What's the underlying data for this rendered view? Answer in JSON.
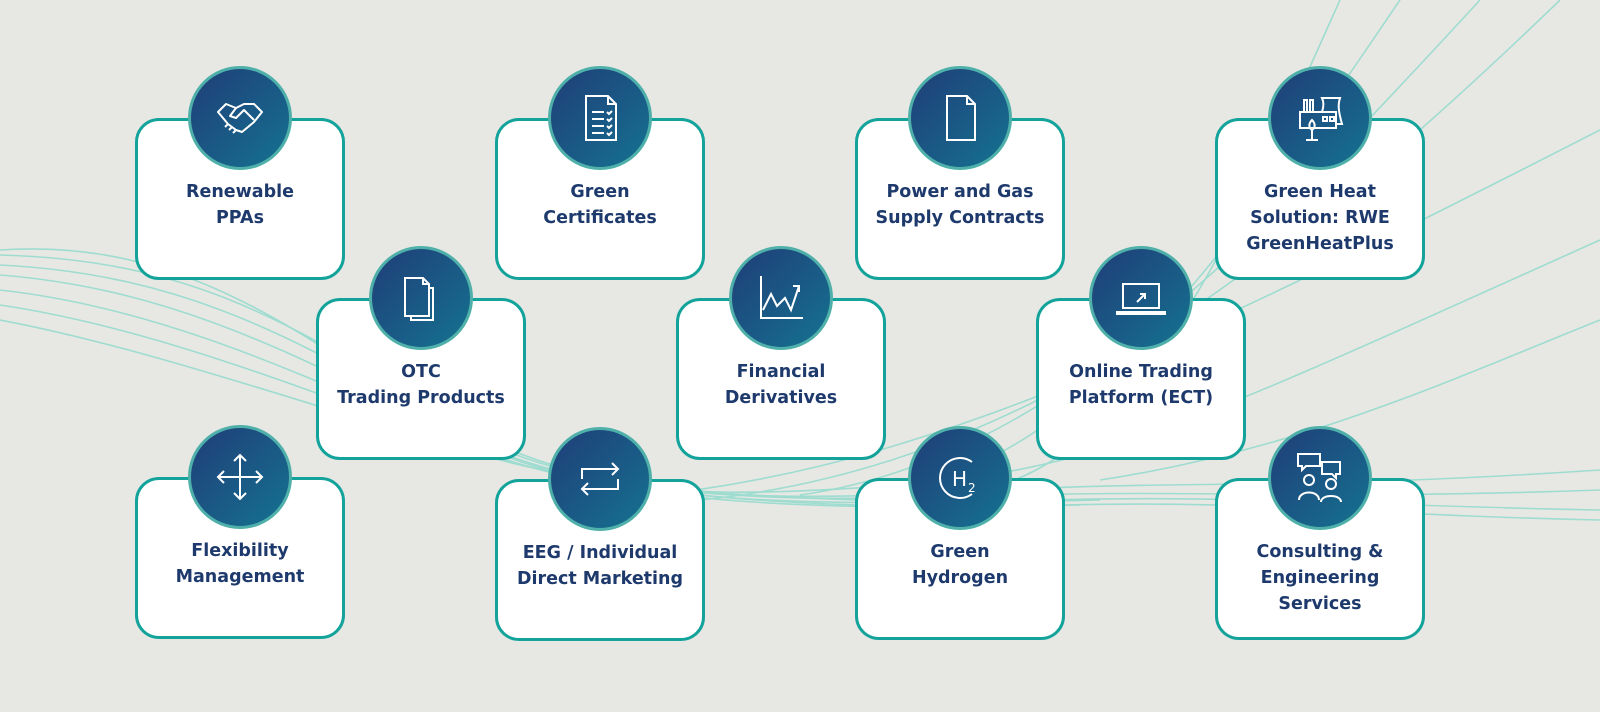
{
  "colors": {
    "background": "#e7e8e4",
    "card_border": "#13a39b",
    "text": "#1e3a6d",
    "circle": "#1f3e78"
  },
  "cards": [
    {
      "id": "renewable-ppas",
      "icon": "handshake-icon",
      "lines": [
        "Renewable",
        "PPAs"
      ]
    },
    {
      "id": "green-certificates",
      "icon": "checklist-document-icon",
      "lines": [
        "Green",
        "Certificates"
      ]
    },
    {
      "id": "power-gas-supply",
      "icon": "document-icon",
      "lines": [
        "Power and Gas",
        "Supply Contracts"
      ]
    },
    {
      "id": "green-heat",
      "icon": "heat-plant-icon",
      "lines": [
        "Green Heat",
        "Solution: RWE",
        "GreenHeatPlus"
      ]
    },
    {
      "id": "otc-trading",
      "icon": "documents-icon",
      "lines": [
        "OTC",
        "Trading Products"
      ]
    },
    {
      "id": "financial-derivatives",
      "icon": "chart-trend-icon",
      "lines": [
        "Financial",
        "Derivatives"
      ]
    },
    {
      "id": "online-trading",
      "icon": "laptop-icon",
      "lines": [
        "Online Trading",
        "Platform (ECT)"
      ]
    },
    {
      "id": "flexibility",
      "icon": "move-arrows-icon",
      "lines": [
        "Flexibility",
        "Management"
      ]
    },
    {
      "id": "eeg-marketing",
      "icon": "exchange-arrows-icon",
      "lines": [
        "EEG / Individual",
        "Direct Marketing"
      ]
    },
    {
      "id": "green-hydrogen",
      "icon": "hydrogen-icon",
      "lines": [
        "Green",
        "Hydrogen"
      ],
      "icon_text": "H2"
    },
    {
      "id": "consulting",
      "icon": "consulting-people-icon",
      "lines": [
        "Consulting &",
        "Engineering",
        "Services"
      ]
    }
  ]
}
